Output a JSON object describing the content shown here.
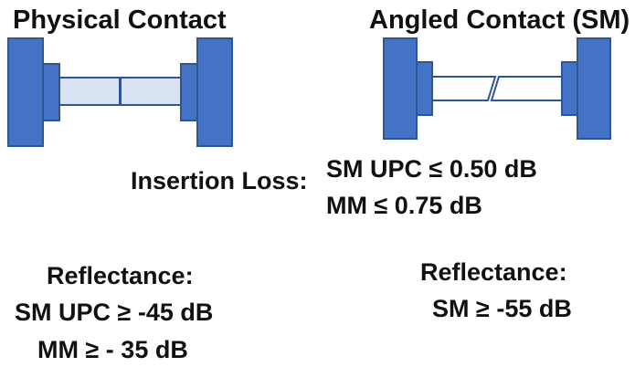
{
  "physical_contact": {
    "title": "Physical Contact"
  },
  "angled_contact": {
    "title": "Angled Contact (SM)"
  },
  "insertion_loss": {
    "label": "Insertion Loss:",
    "values": [
      "SM UPC ≤ 0.50 dB",
      "MM ≤ 0.75 dB"
    ]
  },
  "physical_reflectance": {
    "label": "Reflectance:",
    "values": [
      "SM UPC ≥ -45 dB",
      "MM ≥ - 35 dB"
    ]
  },
  "angled_reflectance": {
    "label": "Reflectance:",
    "values": [
      "SM ≥ -55 dB"
    ]
  },
  "colors": {
    "connector_fill": "#4472c4",
    "connector_stroke": "#2f5597",
    "ferrule_fill": "#dae3f3",
    "text": "#111111"
  }
}
